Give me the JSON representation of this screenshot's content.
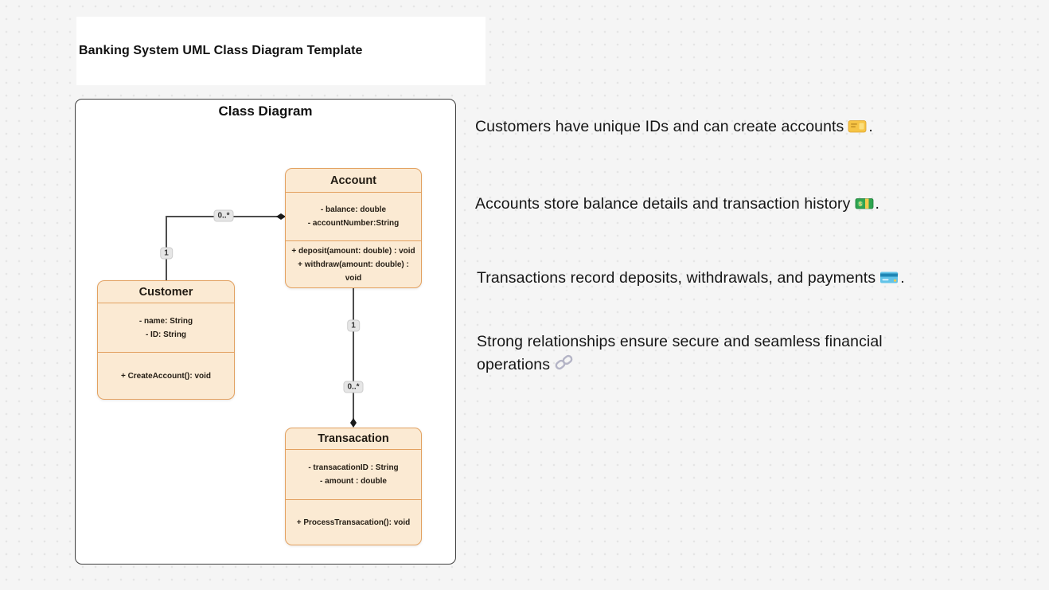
{
  "page": {
    "title": "Banking System UML Class Diagram Template"
  },
  "frame": {
    "title": "Class Diagram"
  },
  "classes": [
    {
      "name": "Account",
      "attributes": [
        "- balance: double",
        "- accountNumber:String"
      ],
      "methods": [
        "+ deposit(amount: double) : void",
        "+ withdraw(amount: double) : void"
      ]
    },
    {
      "name": "Customer",
      "attributes": [
        "- name: String",
        "- ID: String"
      ],
      "methods": [
        "+ CreateAccount(): void"
      ]
    },
    {
      "name": "Transacation",
      "attributes": [
        "- transacationID : String",
        "- amount : double"
      ],
      "methods": [
        "+ ProcessTransacation(): void"
      ]
    }
  ],
  "relationships": [
    {
      "from": "Customer",
      "to": "Account",
      "type": "composition",
      "from_label": "1",
      "to_label": "0..*"
    },
    {
      "from": "Account",
      "to": "Transacation",
      "type": "composition",
      "from_label": "1",
      "to_label": "0..*"
    }
  ],
  "annotations": [
    {
      "text": "Customers have unique IDs and can create accounts",
      "icon": "id-card-icon",
      "suffix": "."
    },
    {
      "text": "Accounts store balance details and transaction history",
      "icon": "money-icon",
      "suffix": "."
    },
    {
      "text": "Transactions record deposits, withdrawals, and payments",
      "icon": "credit-card-icon",
      "suffix": "."
    },
    {
      "text": "Strong relationships ensure secure and seamless financial operations",
      "icon": "link-icon",
      "suffix": ""
    }
  ],
  "colors": {
    "canvas_background": "#f5f5f5",
    "class_fill": "#fbead3",
    "class_border": "#e3a160",
    "frame_border": "#3f3f3f",
    "connector": "#4d4d4d"
  }
}
